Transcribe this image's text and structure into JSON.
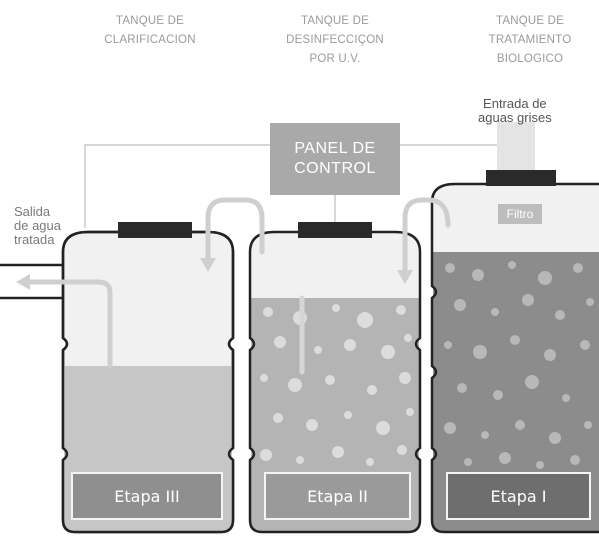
{
  "tanks": [
    {
      "title_lines": [
        "TANQUE DE",
        "CLARIFICACION"
      ],
      "stage": "Etapa III"
    },
    {
      "title_lines": [
        "TANQUE DE",
        "DESINFECCIÇON",
        "POR U.V."
      ],
      "stage": "Etapa II"
    },
    {
      "title_lines": [
        "TANQUE DE",
        "TRATAMIENTO",
        "BIOLOGICO"
      ],
      "stage": "Etapa I"
    }
  ],
  "inlet_label": [
    "Entrada de",
    "aguas grises"
  ],
  "outlet_label": [
    "Salida",
    "de agua",
    "tratada"
  ],
  "control_panel": [
    "PANEL DE",
    "CONTROL"
  ],
  "filter_label": "Filtro",
  "colors": {
    "light_liquid": "#c6c6c6",
    "mid_liquid": "#b4b4b4",
    "dark_liquid": "#8c8c8c",
    "outline": "#222222",
    "panel": "#a9a9a9"
  }
}
